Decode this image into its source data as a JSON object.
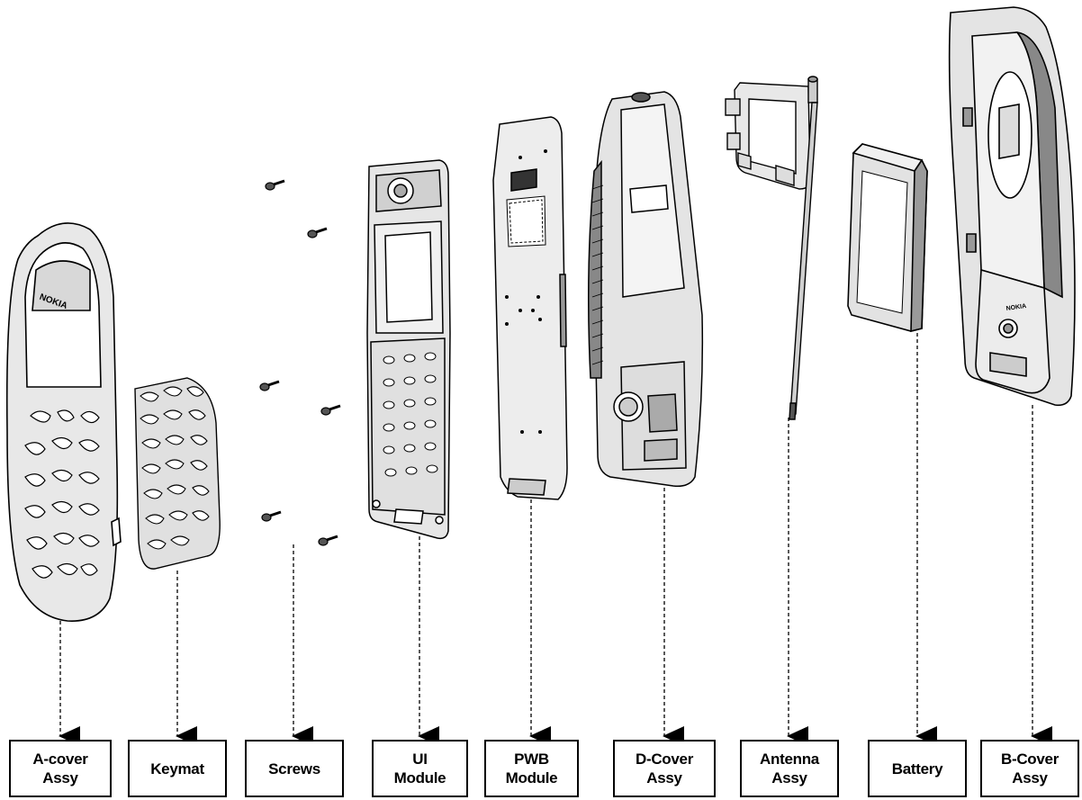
{
  "parts": [
    {
      "id": "a-cover",
      "line1": "A-cover",
      "line2": "Assy",
      "icon": "a-cover-icon"
    },
    {
      "id": "keymat",
      "line1": "Keymat",
      "line2": "",
      "icon": "keymat-icon"
    },
    {
      "id": "screws",
      "line1": "Screws",
      "line2": "",
      "icon": "screws-icon"
    },
    {
      "id": "ui-module",
      "line1": "UI",
      "line2": "Module",
      "icon": "ui-module-icon"
    },
    {
      "id": "pwb-module",
      "line1": "PWB",
      "line2": "Module",
      "icon": "pwb-module-icon"
    },
    {
      "id": "d-cover",
      "line1": "D-Cover",
      "line2": "Assy",
      "icon": "d-cover-icon"
    },
    {
      "id": "antenna",
      "line1": "Antenna",
      "line2": "Assy",
      "icon": "antenna-icon"
    },
    {
      "id": "battery",
      "line1": "Battery",
      "line2": "",
      "icon": "battery-icon"
    },
    {
      "id": "b-cover",
      "line1": "B-Cover",
      "line2": "Assy",
      "icon": "b-cover-icon"
    }
  ],
  "logo_text": "NOKIA",
  "colors": {
    "line": "#000000",
    "part_fill": "#e6e6e6",
    "dark_fill": "#8a8a8a"
  }
}
